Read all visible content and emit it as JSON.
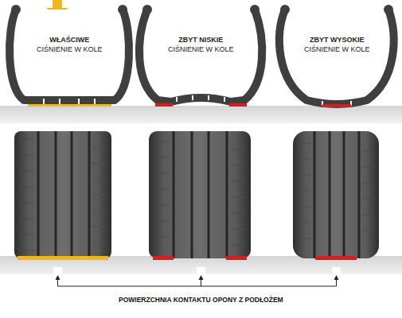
{
  "diagram": {
    "nodes": [
      {
        "text": [
          "WŁAŚCIWE",
          "CIŚNIENIE W KOLE"
        ]
      },
      {
        "text": [
          "ZBYT NISKIE",
          "CIŚNIENIE W KOLE"
        ]
      },
      {
        "text": [
          "ZBYT WYSOKIE",
          "CIŚNIENIE W KOLE"
        ]
      }
    ],
    "labels": [
      "POWIERZCHNIA KONTAKTU OPONY Z PODŁOŻEM"
    ]
  }
}
